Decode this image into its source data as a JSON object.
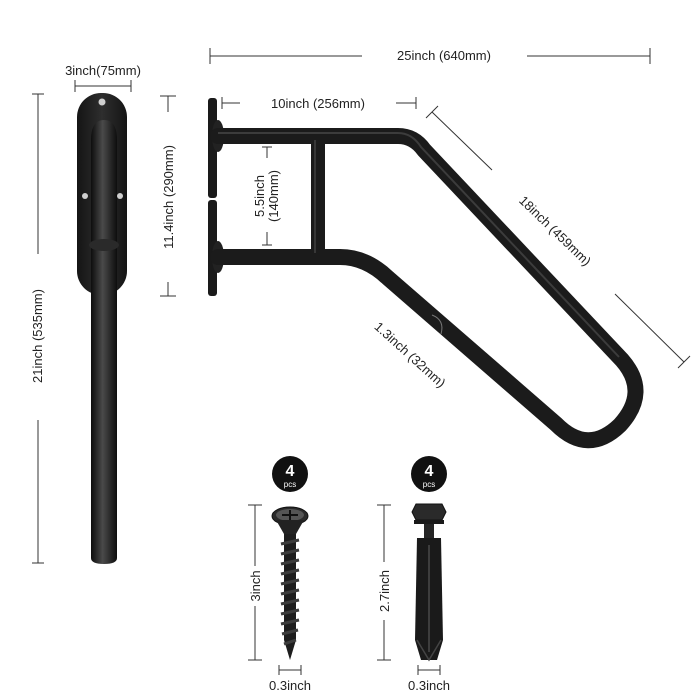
{
  "dimensions": {
    "plate_width": "3inch(75mm)",
    "total_height": "21inch (535mm)",
    "mount_height": "11.4inch (290mm)",
    "total_length": "25inch (640mm)",
    "top_length": "10inch (256mm)",
    "bar_gap": "5.5inch\n(140mm)",
    "bar_gap_line1": "5.5inch",
    "bar_gap_line2": "(140mm)",
    "angled_length": "18inch (459mm)",
    "tube_diameter": "1.3inch (32mm)"
  },
  "hardware": [
    {
      "count": "4",
      "unit": "pcs",
      "length": "3inch",
      "width": "0.3inch"
    },
    {
      "count": "4",
      "unit": "pcs",
      "length": "2.7inch",
      "width": "0.3inch"
    }
  ],
  "colors": {
    "metal": "#1b1b1b",
    "metal_highlight": "#3a3a3a",
    "badge": "#111111",
    "line": "#333333"
  }
}
